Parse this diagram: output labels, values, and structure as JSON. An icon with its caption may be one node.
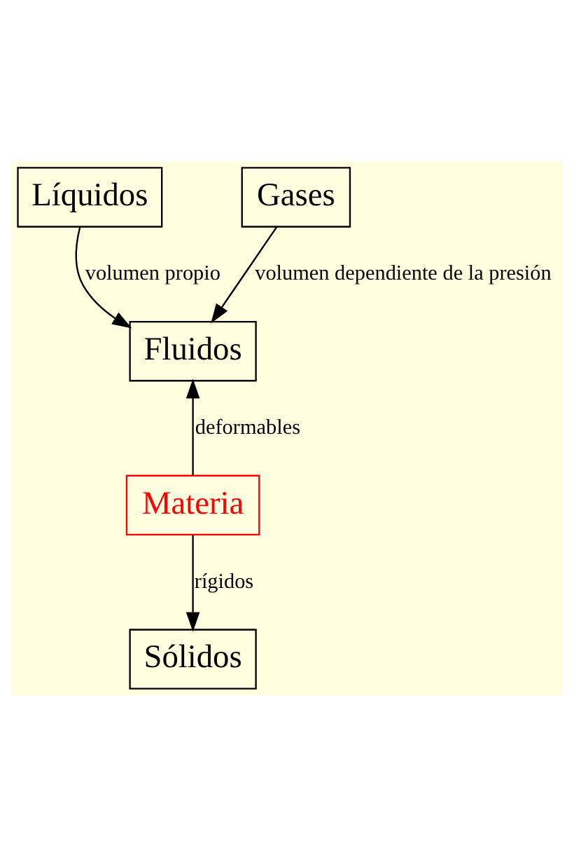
{
  "diagram": {
    "nodes": [
      {
        "text": [
          "Líquidos"
        ]
      },
      {
        "text": [
          "Gases"
        ]
      },
      {
        "text": [
          "Fluidos"
        ]
      },
      {
        "text": [
          "Materia"
        ]
      },
      {
        "text": [
          "Sólidos"
        ]
      }
    ],
    "edges": [
      {
        "from": 0,
        "to": 2,
        "arrow": "to",
        "label": "volumen propio"
      },
      {
        "from": 1,
        "to": 2,
        "arrow": "to",
        "label": "volumen dependiente de la presión"
      },
      {
        "from": 3,
        "to": 2,
        "arrow": "to",
        "label": "deformables"
      },
      {
        "from": 3,
        "to": 4,
        "arrow": "to",
        "label": "rígidos"
      }
    ]
  }
}
